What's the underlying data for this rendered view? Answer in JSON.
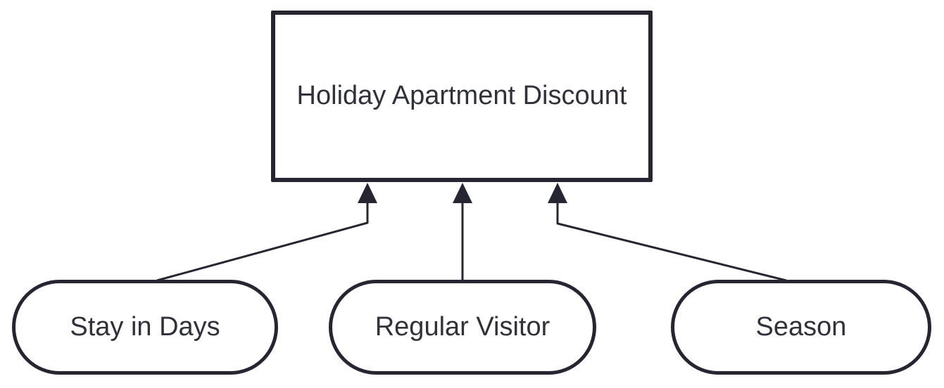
{
  "diagram": {
    "type": "dependency-diagram",
    "root": {
      "label": "Holiday Apartment Discount"
    },
    "factors": [
      {
        "label": "Stay in Days"
      },
      {
        "label": "Regular Visitor"
      },
      {
        "label": "Season"
      }
    ],
    "colors": {
      "stroke": "#252631",
      "text": "#30313a",
      "background": "#ffffff"
    }
  }
}
